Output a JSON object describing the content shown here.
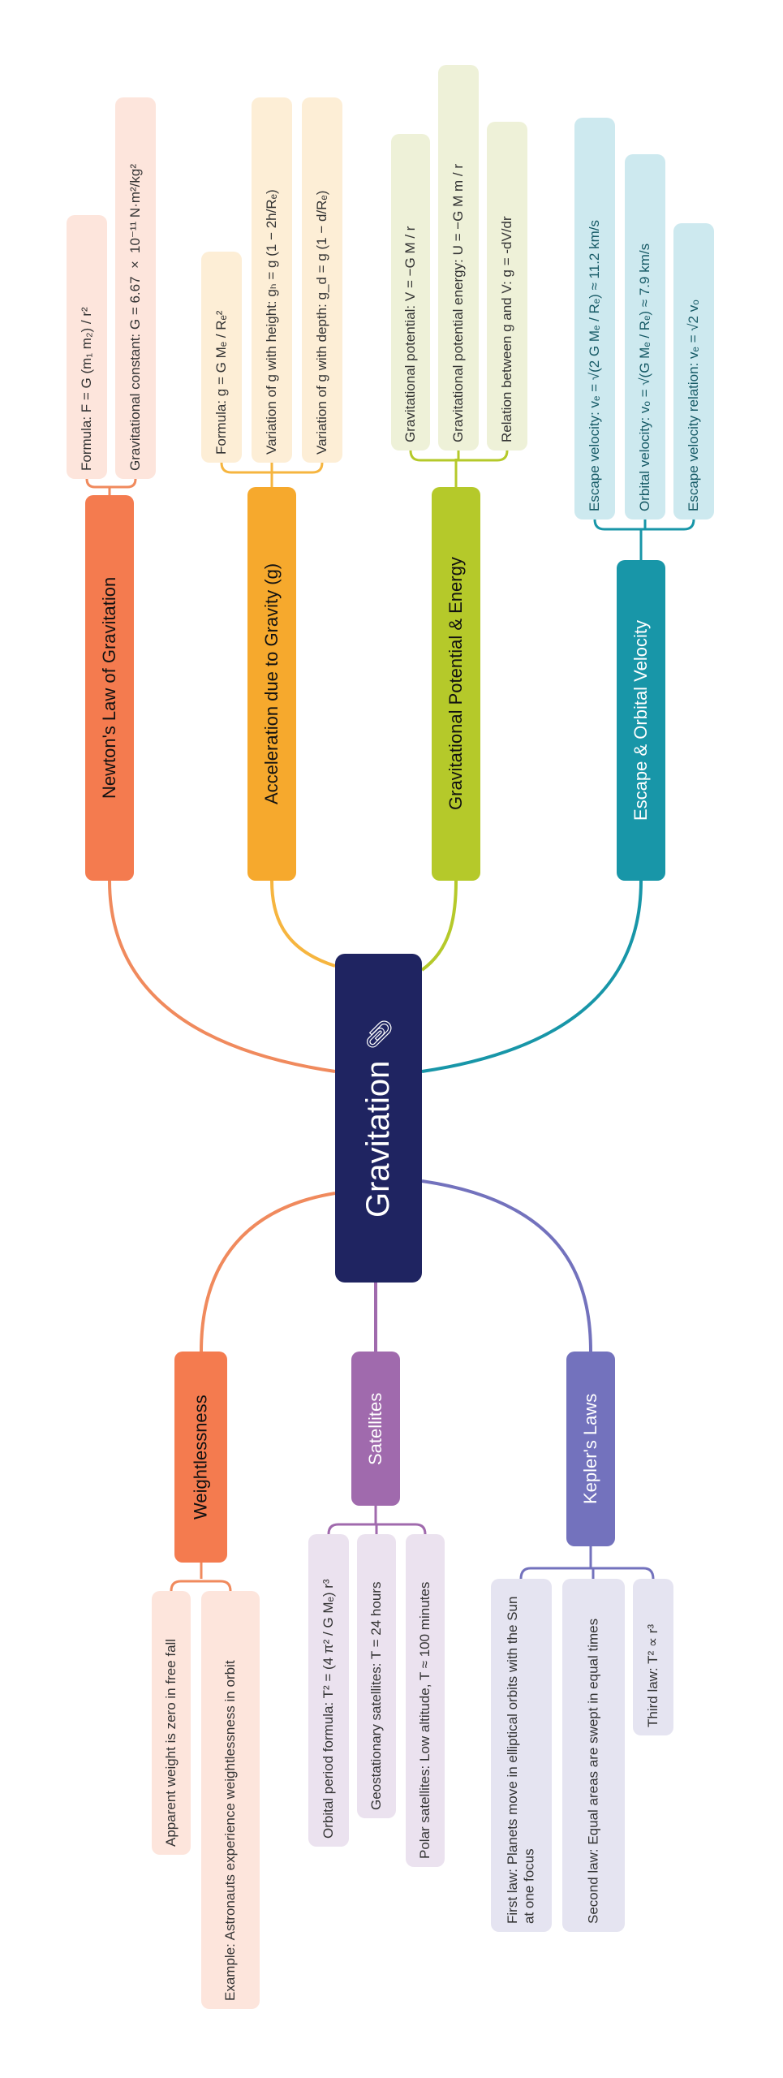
{
  "central": {
    "title": "Gravitation",
    "icon": "paperclip-icon",
    "color": "#1f2461"
  },
  "branches": [
    {
      "label": "Newton's Law of Gravitation",
      "color": "#f47b4f",
      "light": "#fde5dc",
      "children": [
        "Formula: F = G (m₁ m₂) / r²",
        "Gravitational constant: G = 6.67 × 10⁻¹¹ N·m²/kg²"
      ]
    },
    {
      "label": "Acceleration due to Gravity (g)",
      "color": "#f6a92d",
      "light": "#fdeed6",
      "children": [
        "Formula: g = G Mₑ / Rₑ²",
        "Variation of g with height: gₕ = g (1 − 2h/Rₑ)",
        "Variation of g with depth: g_d = g (1 − d/Rₑ)"
      ]
    },
    {
      "label": "Gravitational Potential & Energy",
      "color": "#b5c92a",
      "light": "#eef1d8",
      "children": [
        "Gravitational potential: V = −G M / r",
        "Gravitational potential energy: U = −G M m / r",
        "Relation between g and V: g = -dV/dr"
      ]
    },
    {
      "label": "Escape & Orbital Velocity",
      "color": "#1896a8",
      "light": "#cde9ef",
      "children": [
        "Escape velocity: vₑ = √(2 G Mₑ / Rₑ) ≈ 11.2 km/s",
        "Orbital velocity: vₒ = √(G Mₑ / Rₑ) ≈ 7.9 km/s",
        "Escape velocity relation: vₑ = √2 vₒ"
      ]
    },
    {
      "label": "Weightlessness",
      "color": "#f47b4f",
      "light": "#fde5dc",
      "children": [
        "Apparent weight is zero in free fall",
        "Example: Astronauts experience weightlessness in orbit"
      ]
    },
    {
      "label": "Satellites",
      "color": "#a06aad",
      "light": "#ebe2ef",
      "children": [
        "Orbital period formula: T² = (4 π² / G Mₑ) r³",
        "Geostationary satellites: T = 24 hours",
        "Polar satellites: Low altitude, T ≈ 100 minutes"
      ]
    },
    {
      "label": "Kepler's Laws",
      "color": "#7372bd",
      "light": "#e5e4f1",
      "children": [
        "First law: Planets move in elliptical orbits with the Sun at one focus",
        "Second law: Equal areas are swept in equal times",
        "Third law: T² ∝ r³"
      ]
    }
  ]
}
